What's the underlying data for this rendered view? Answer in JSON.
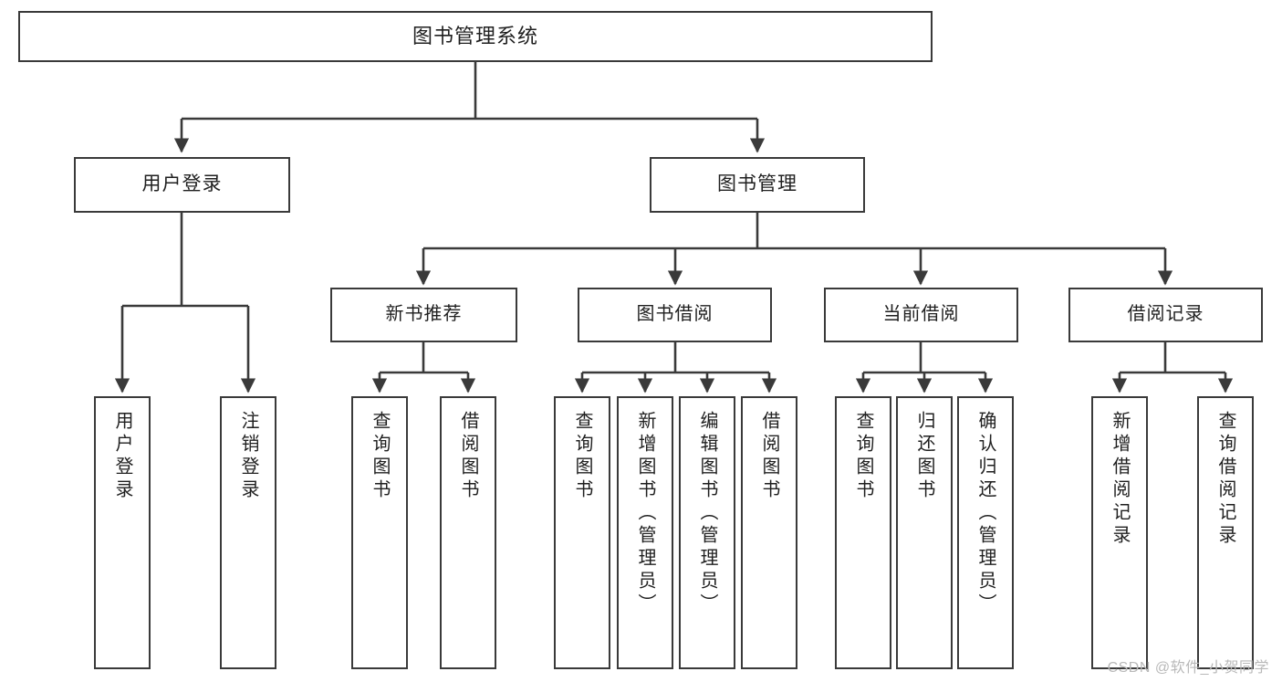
{
  "diagram": {
    "title": "图书管理系统",
    "type": "tree",
    "orientation": "top-down",
    "colors": {
      "background": "#ffffff",
      "box_border": "#3a3a3a",
      "box_fill": "#ffffff",
      "connector": "#3a3a3a",
      "text": "#1f1f1f",
      "watermark": "#b9b9b9"
    },
    "root": {
      "label": "图书管理系统"
    },
    "tier1": [
      {
        "label": "用户登录"
      },
      {
        "label": "图书管理"
      }
    ],
    "tier2": [
      {
        "label": "新书推荐"
      },
      {
        "label": "图书借阅"
      },
      {
        "label": "当前借阅"
      },
      {
        "label": "借阅记录"
      }
    ],
    "leaves": {
      "user_login": [
        {
          "label": "用户登录"
        },
        {
          "label": "注销登录"
        }
      ],
      "new_book_recommend": [
        {
          "label": "查询图书"
        },
        {
          "label": "借阅图书"
        }
      ],
      "book_borrow": [
        {
          "label": "查询图书"
        },
        {
          "label": "新增图书（管理员）"
        },
        {
          "label": "编辑图书（管理员）"
        },
        {
          "label": "借阅图书"
        }
      ],
      "current_borrow": [
        {
          "label": "查询图书"
        },
        {
          "label": "归还图书"
        },
        {
          "label": "确认归还（管理员）"
        }
      ],
      "borrow_record": [
        {
          "label": "新增借阅记录"
        },
        {
          "label": "查询借阅记录"
        }
      ]
    }
  },
  "watermark": {
    "text": "CSDN @软件_小贺同学"
  }
}
